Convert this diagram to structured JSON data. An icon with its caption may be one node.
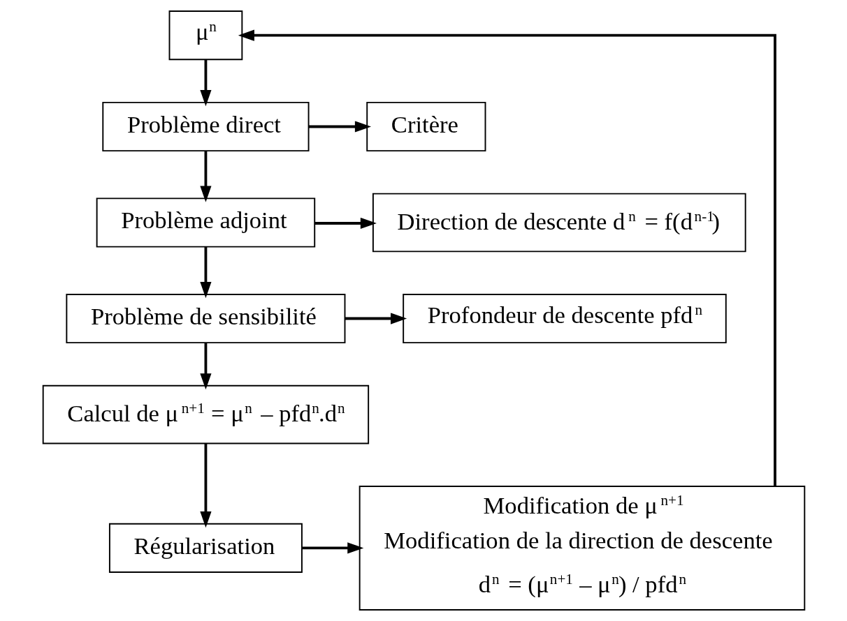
{
  "diagram": {
    "nodes": [
      {
        "text": [
          "μ$^{n}$"
        ]
      },
      {
        "text": [
          "Problème direct"
        ]
      },
      {
        "text": [
          "Critère"
        ]
      },
      {
        "text": [
          "Problème adjoint"
        ]
      },
      {
        "text": [
          "Direction de descente d$^{n}$ = f(d$^{n-1}$)"
        ]
      },
      {
        "text": [
          "Problème de sensibilité"
        ]
      },
      {
        "text": [
          "Profondeur de descente pfd$^{n}$"
        ]
      },
      {
        "text": [
          "Calcul de μ$^{n+1}$ = μ$^{n}$ – pfd$^{n}$.d$^{n}$"
        ]
      },
      {
        "text": [
          "Régularisation"
        ]
      },
      {
        "text": [
          "Modification de μ$^{n+1}$",
          "Modification de la direction de descente",
          "d$^{n}$ = (μ$^{n+1}$ – μ$^{n}$) / pfd$^{n}$"
        ]
      }
    ],
    "edges": [
      {
        "from": 0,
        "to": 1,
        "arrow": "to"
      },
      {
        "from": 1,
        "to": 2,
        "arrow": "to"
      },
      {
        "from": 1,
        "to": 3,
        "arrow": "to"
      },
      {
        "from": 3,
        "to": 4,
        "arrow": "to"
      },
      {
        "from": 3,
        "to": 5,
        "arrow": "to"
      },
      {
        "from": 5,
        "to": 6,
        "arrow": "to"
      },
      {
        "from": 5,
        "to": 7,
        "arrow": "to"
      },
      {
        "from": 7,
        "to": 8,
        "arrow": "to"
      },
      {
        "from": 8,
        "to": 9,
        "arrow": "to"
      },
      {
        "from": 9,
        "to": 0,
        "arrow": "to"
      }
    ]
  }
}
